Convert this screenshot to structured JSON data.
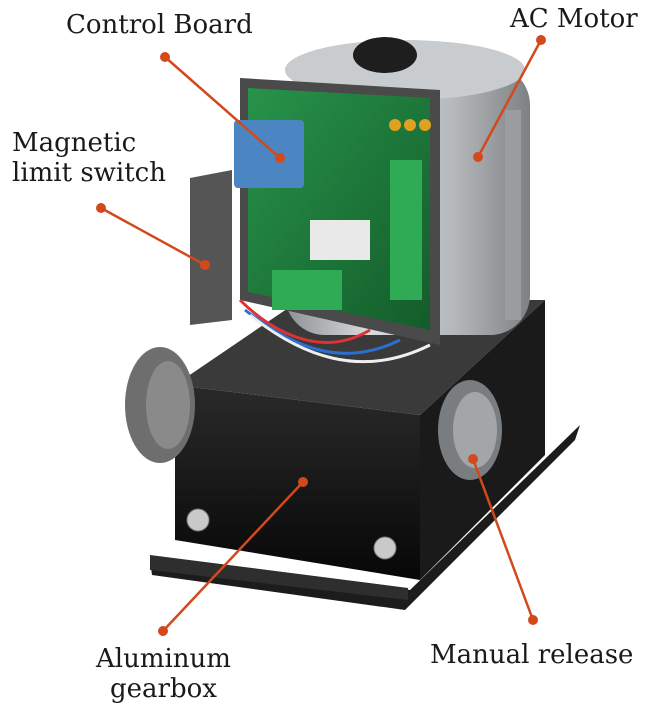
{
  "labels": {
    "control_board": "Control Board",
    "ac_motor": "AC Motor",
    "magnetic_limit_switch": {
      "line1": "Magnetic",
      "line2": "limit switch"
    },
    "aluminum_gearbox": {
      "line1": "Aluminum",
      "line2": "gearbox"
    },
    "manual_release": "Manual release"
  },
  "colors": {
    "callout": "#d2491c",
    "body": "#121212",
    "motor": "#b9bcbf",
    "pcb": "#1d7a3a"
  }
}
